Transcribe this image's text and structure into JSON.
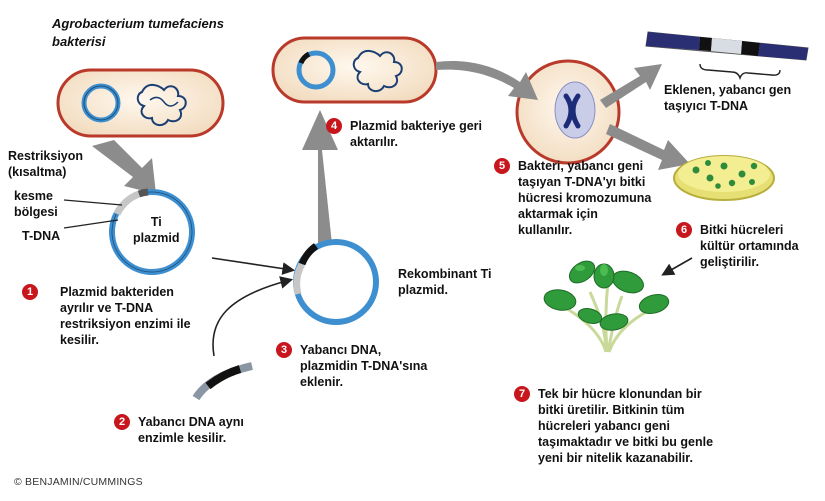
{
  "labels": {
    "title_line1": "Agrobacterium tumefaciens",
    "title_line2": "bakterisi",
    "restriction": "Restriksiyon\n(kısaltma)",
    "cut_site": "kesme\nbölgesi",
    "tdna": "T-DNA",
    "ti_plasmid": "Ti\nplazmid",
    "recombinant": "Rekombinant Ti\nplazmid.",
    "inserted_tdna": "Eklenen, yabancı gen\ntaşıyıcı T-DNA",
    "credit": "© BENJAMIN/CUMMINGS"
  },
  "steps": [
    {
      "num": "1",
      "text": "Plazmid bakteriden\nayrılır ve T-DNA\nrestriksiyon enzimi ile\nkesilir."
    },
    {
      "num": "2",
      "text": "Yabancı DNA aynı\nenzimle kesilir."
    },
    {
      "num": "3",
      "text": "Yabancı DNA,\nplazmidin T-DNA'sına\neklenir."
    },
    {
      "num": "4",
      "text": "Plazmid bakteriye geri\naktarılır."
    },
    {
      "num": "5",
      "text": "Bakteri, yabancı geni\ntaşıyan T-DNA'yı bitki\nhücresi kromozumuna\naktarmak için\nkullanılır."
    },
    {
      "num": "6",
      "text": "Bitki hücreleri\nkültür ortamında\ngeliştirilir."
    },
    {
      "num": "7",
      "text": "Tek bir hücre klonundan bir\nbitki üretilir. Bitkinin tüm\nhücreleri yabancı geni\ntaşımaktadır ve bitki bu genle\nyeni bir nitelik kazanabilir."
    }
  ],
  "colors": {
    "badge": "#c8161d",
    "plasmid": "#3d8fd0",
    "cell_fill": "#f6e5cd",
    "cell_border": "#c0392b",
    "arrow": "#8c8c8c",
    "plate": "#f2ec86",
    "colony": "#2e8b3a",
    "leaf": "#2f9b3a"
  }
}
